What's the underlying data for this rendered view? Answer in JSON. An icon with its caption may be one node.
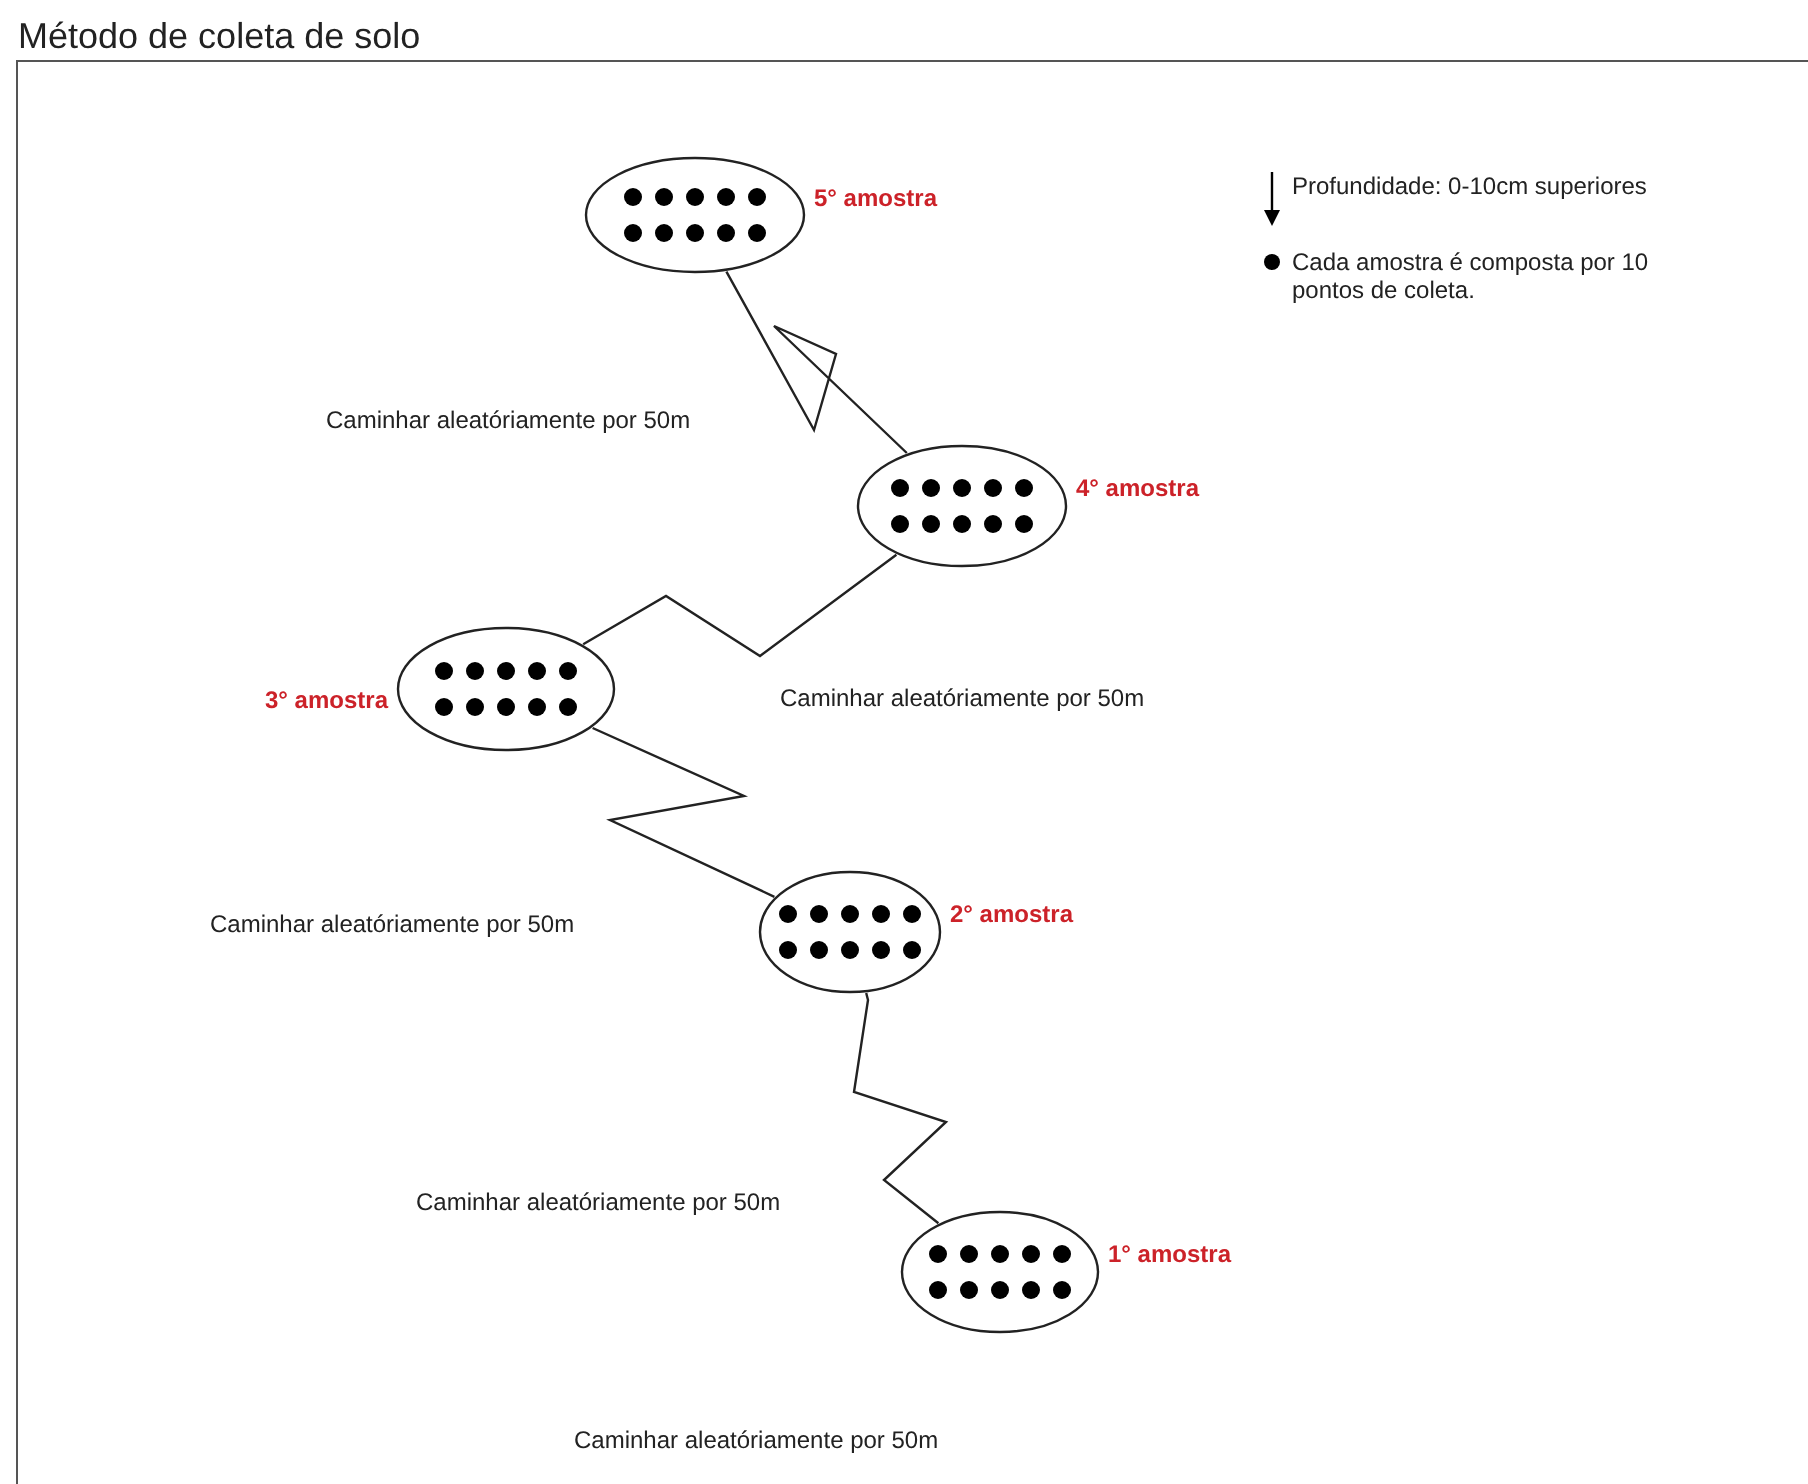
{
  "diagram": {
    "title": "Método de coleta de solo",
    "nodes": [
      {
        "text": [],
        "shape": "circle",
        "beside": [
          "5° amostra"
        ]
      },
      {
        "text": [],
        "shape": "circle",
        "beside": [
          "4° amostra"
        ]
      },
      {
        "text": [],
        "shape": "circle",
        "beside": [
          "3° amostra"
        ]
      },
      {
        "text": [],
        "shape": "circle",
        "beside": [
          "2° amostra"
        ]
      },
      {
        "text": [],
        "shape": "circle",
        "beside": [
          "1° amostra"
        ]
      }
    ],
    "edges": [
      {
        "from": 4,
        "to": 3,
        "arrow": "none"
      },
      {
        "from": 3,
        "to": 2,
        "arrow": "none"
      },
      {
        "from": 2,
        "to": 1,
        "arrow": "none"
      },
      {
        "from": 1,
        "to": 0,
        "arrow": "none"
      }
    ],
    "labels": [
      "Caminhar aleatóriamente por 50m",
      "Caminhar aleatóriamente por 50m",
      "Caminhar aleatóriamente por 50m",
      "Caminhar aleatóriamente por 50m",
      "Caminhar aleatóriamente por 50m"
    ],
    "legend": [
      {
        "text": "Profundidade: 0-10cm superiores"
      },
      {
        "text": "Cada amostra é composta por 10 pontos de coleta."
      }
    ]
  }
}
